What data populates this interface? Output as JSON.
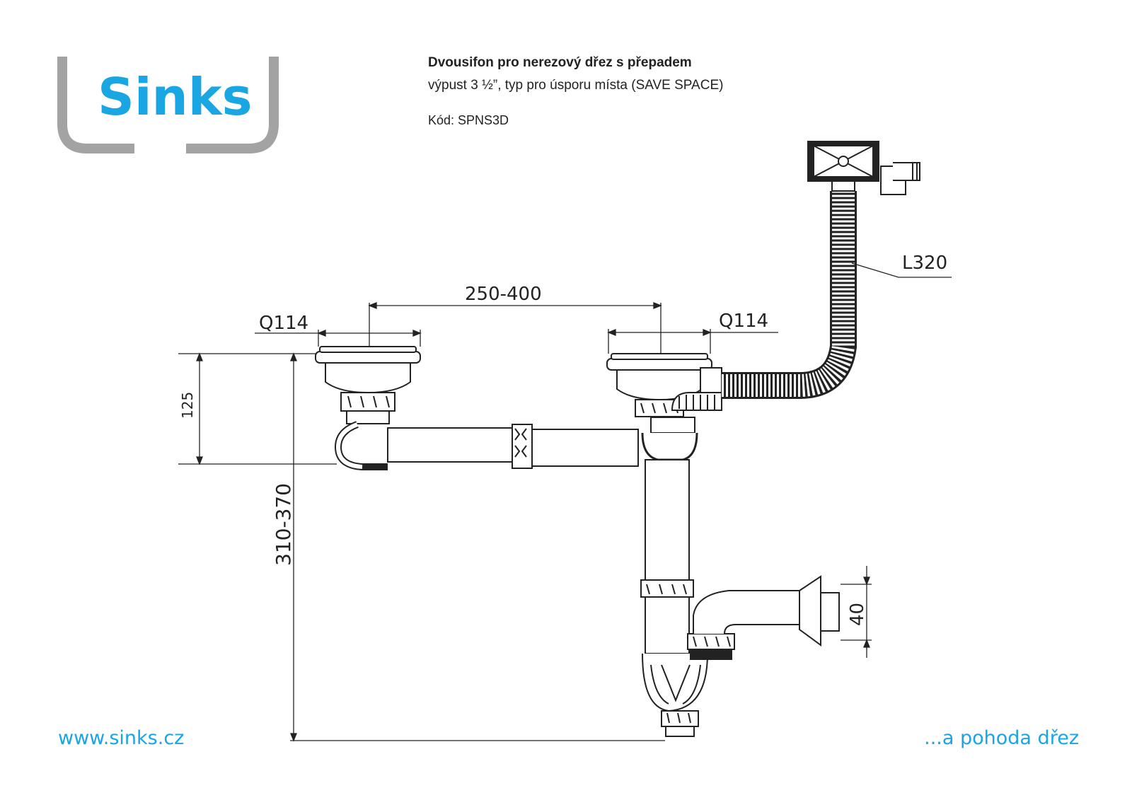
{
  "brand": {
    "logo_text": "Sinks",
    "gray": "#a3a3a3",
    "blue": "#1aa5e3"
  },
  "header": {
    "title": "Dvousifon pro nerezový dřez s přepadem",
    "subtitle": "výpust 3 ½”, typ pro úsporu místa (SAVE SPACE)",
    "code": "Kód: SPNS3D"
  },
  "dimensions": {
    "outlet_left": "Q114",
    "outlet_right": "Q114",
    "spacing": "250-400",
    "overflow_hose": "L320",
    "height_short": "125",
    "height_total": "310-370",
    "outlet_height": "40"
  },
  "footer": {
    "website": "www.sinks.cz",
    "slogan": "...a pohoda dřez"
  }
}
